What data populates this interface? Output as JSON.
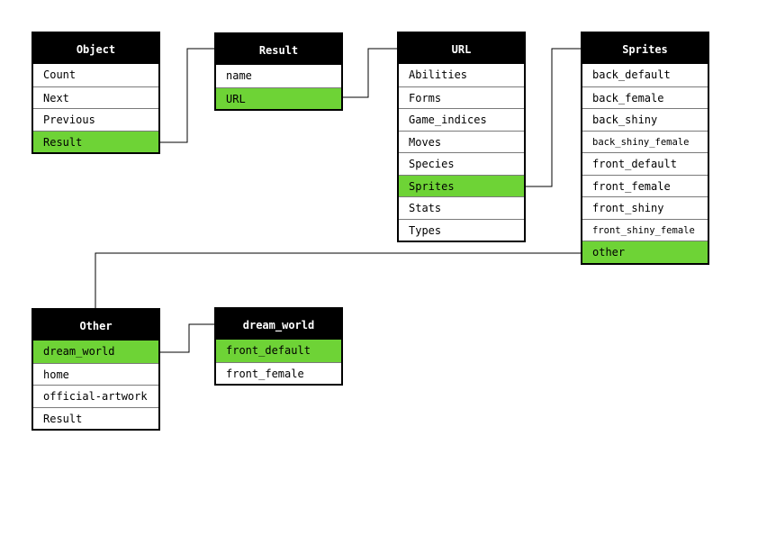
{
  "colors": {
    "header_bg": "#000000",
    "header_text": "#ffffff",
    "highlight": "#6ed336",
    "connector": "#000000"
  },
  "tables": {
    "object": {
      "title": "Object",
      "rows": [
        "Count",
        "Next",
        "Previous",
        "Result"
      ],
      "highlighted": "Result"
    },
    "result": {
      "title": "Result",
      "rows": [
        "name",
        "URL"
      ],
      "highlighted": "URL"
    },
    "url": {
      "title": "URL",
      "rows": [
        "Abilities",
        "Forms",
        "Game_indices",
        "Moves",
        "Species",
        "Sprites",
        "Stats",
        "Types"
      ],
      "highlighted": "Sprites"
    },
    "sprites": {
      "title": "Sprites",
      "rows": [
        "back_default",
        "back_female",
        "back_shiny",
        "back_shiny_female",
        "front_default",
        "front_female",
        "front_shiny",
        "front_shiny_female",
        "other"
      ],
      "highlighted": "other"
    },
    "other": {
      "title": "Other",
      "rows": [
        "dream_world",
        "home",
        "official-artwork",
        "Result"
      ],
      "highlighted": "dream_world"
    },
    "dream_world": {
      "title": "dream_world",
      "rows": [
        "front_default",
        "front_female"
      ],
      "highlighted": "front_default"
    }
  }
}
